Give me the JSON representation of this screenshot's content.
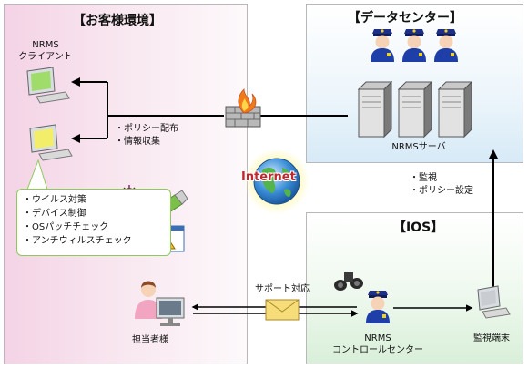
{
  "customer_env": {
    "title": "【お客様環境】",
    "client_label_line1": "NRMS",
    "client_label_line2": "クライアント",
    "policy_items": [
      "・ポリシー配布",
      "・情報収集"
    ],
    "features": [
      "・ウイルス対策",
      "・デバイス制御",
      "・OSパッチチェック",
      "・アンチウィルスチェック"
    ]
  },
  "datacenter": {
    "title": "【データセンター】",
    "server_label": "NRMSサーバ"
  },
  "monitoring_items": [
    "・監視",
    "・ポリシー設定"
  ],
  "internet_label": "Internet",
  "ios": {
    "title": "【IOS】",
    "control_center_line1": "NRMS",
    "control_center_line2": "コントロールセンター",
    "terminal_label": "監視端末"
  },
  "support": {
    "label": "サポート対応",
    "person_label": "担当者様"
  },
  "colors": {
    "customer_bg": "#f4d3e6",
    "datacenter_bg": "#d7eaf7",
    "ios_bg": "#d9efd9",
    "internet_text": "#c0282e",
    "feature_border": "#8fc95a"
  }
}
